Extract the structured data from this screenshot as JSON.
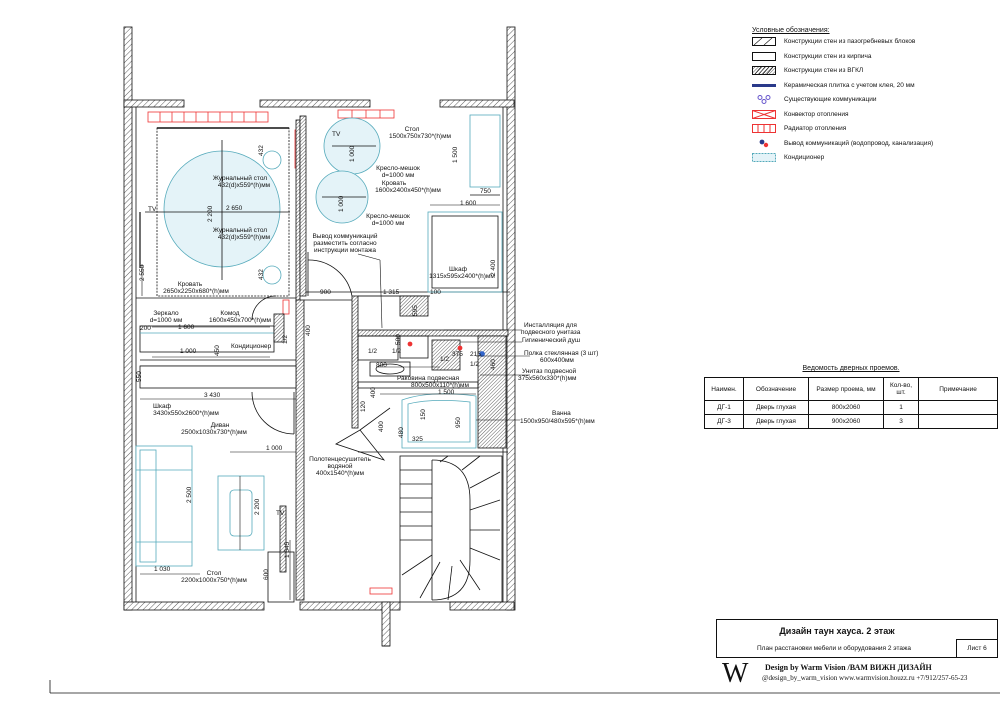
{
  "legend": {
    "title": "Условные обозначения:",
    "items": [
      {
        "icon": "hatch-diagonal-icon",
        "label": "Конструкции стен из пазогребневых блоков"
      },
      {
        "icon": "blank-rect-icon",
        "label": "Конструкции стен из кирпича"
      },
      {
        "icon": "hatch-dense-icon",
        "label": "Конструкции стен из ВГКЛ"
      },
      {
        "icon": "thick-line-icon",
        "label": "Керамическая плитка с учетом клея, 20 мм"
      },
      {
        "icon": "utility-node-icon",
        "label": "Существующие коммуникации"
      },
      {
        "icon": "convector-icon",
        "label": "Конвектор отопления"
      },
      {
        "icon": "radiator-icon",
        "label": "Радиатор отопления"
      },
      {
        "icon": "plumbing-outlet-icon",
        "label": "Вывод коммуникаций (водопровод, канализация)"
      },
      {
        "icon": "air-conditioner-icon",
        "label": "Кондиционер"
      }
    ]
  },
  "doors": {
    "caption": "Ведомость дверных проемов.",
    "headers": [
      "Наимен.",
      "Обозначение",
      "Размер проема, мм",
      "Кол-во, шт.",
      "Примечание"
    ],
    "rows": [
      [
        "ДГ-1",
        "Дверь глухая",
        "800x2060",
        "1",
        ""
      ],
      [
        "ДГ-3",
        "Дверь глухая",
        "900x2060",
        "3",
        ""
      ]
    ]
  },
  "titleblock": {
    "title": "Дизайн таун хауса. 2 этаж",
    "subtitle": "План расстановки мебели и оборудования 2 этажа",
    "sheet": "Лист 6"
  },
  "credits": {
    "logo": "W",
    "line1": "Design by Warm Vision /ВАМ ВИЖН ДИЗАЙН",
    "line2": "@design_by_warm_vision www.warmvision.houzz.ru +7/912/257-65-23"
  },
  "plan": {
    "labels": {
      "stol1": "Стол",
      "stol1_size": "1500x750x730*(h)мм",
      "kreslo1": "Кресло-мешок",
      "kreslo1_size": "d=1000 мм",
      "krovat1": "Кровать",
      "krovat1_size": "1600x2400x450*(h)мм",
      "kreslo2": "Кресло-мешок",
      "kreslo2_size": "d=1000 мм",
      "shkaf1": "Шкаф",
      "shkaf1_size": "1315x595x2400*(h)мм",
      "vyvod": "Вывод коммуникаций",
      "vyvod2": "разместить согласно",
      "vyvod3": "инструкции монтажа",
      "zhurnal1": "Журнальный стол",
      "zhurnal1_size": "432(d)x559*(h)мм",
      "zhurnal2": "Журнальный стол",
      "zhurnal2_size": "432(d)x559*(h)мм",
      "krovat2": "Кровать",
      "krovat2_size": "2650x2250x680*(h)мм",
      "zerkalo": "Зеркало",
      "zerkalo_size": "d=1000 мм",
      "komod": "Комод",
      "komod_size": "1600x450x700*(h)мм",
      "conditioner": "Кондиционер",
      "shkaf2": "Шкаф",
      "shkaf2_size": "3430x550x2600*(h)мм",
      "divan": "Диван",
      "divan_size": "2500x1030x730*(h)мм",
      "stol2": "Стол",
      "stol2_size": "2200x1000x750*(h)мм",
      "polotence": "Полотенцесушитель",
      "polotence2": "водяной",
      "polotence_size": "400x1540*(h)мм",
      "install": "Инсталляция для",
      "install2": "подвесного унитаза",
      "dush": "Гигиенический душ",
      "polka": "Полка стеклянная (3 шт)",
      "polka_size": "600x400мм",
      "unitaz": "Унитаз подвесной",
      "unitaz_size": "375x560x330*(h)мм",
      "rakovina": "Раковина подвесная",
      "rakovina_size": "800x500x110*(h)мм",
      "vanna": "Ванна",
      "vanna_size": "1500x950/480x595*(h)мм",
      "tv1": "TV",
      "tv2": "TV",
      "tv3": "TV"
    },
    "dims": {
      "d1000a": "1 000",
      "d1000b": "1 000",
      "d1000c": "1 000",
      "d1500": "1 500",
      "d750": "750",
      "d1600a": "1 600",
      "d2400": "2 400",
      "d432a": "432",
      "d432b": "432",
      "d2650": "2 650",
      "d2200": "2 200",
      "d2550": "2 550",
      "d900": "900",
      "d1315": "1 315",
      "d100": "100",
      "d595": "595",
      "d200": "200",
      "d1600b": "1 600",
      "d450": "450",
      "d1000d": "1 000",
      "d400a": "400",
      "d550": "550",
      "d3430": "3 430",
      "d1000e": "1 000",
      "d2500": "2 500",
      "d2200b": "2 200",
      "d1030": "1 030",
      "d1545": "1 545",
      "d600": "600",
      "d800": "800",
      "d1500b": "1 500",
      "d400b": "400",
      "d400c": "400",
      "d480": "480",
      "d325": "325",
      "d950": "950",
      "d375": "375",
      "d215": "215",
      "d12a": "1/2",
      "d12b": "1/2",
      "d12c": "1/2",
      "d12d": "1/2",
      "d12e": "1/2",
      "d120": "120",
      "d500": "500",
      "d460": "460",
      "d150": "150"
    }
  }
}
